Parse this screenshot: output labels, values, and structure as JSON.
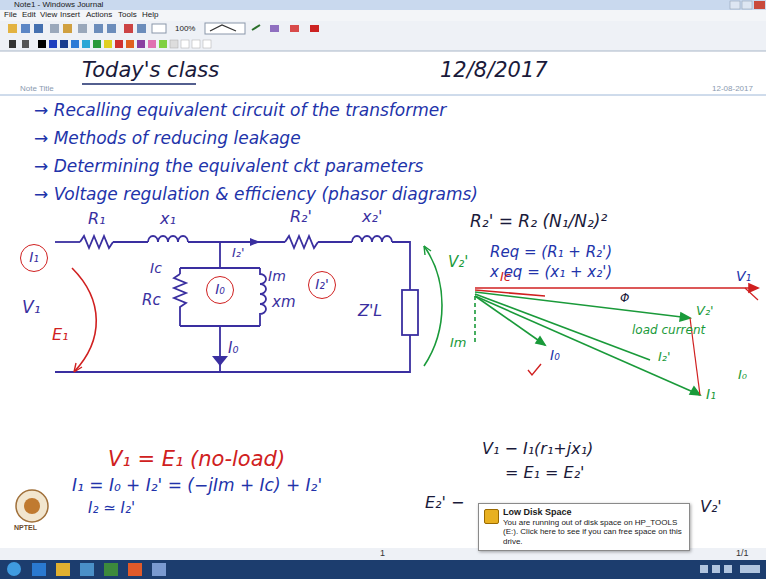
{
  "diagram": {
    "nodes": [
      {
        "text": [
          "I₁"
        ]
      },
      {
        "text": [
          "I₀"
        ]
      },
      {
        "text": [
          "I₂'"
        ]
      },
      {
        "text": [
          "Low Disk Space",
          "You are running out of disk space on HP_TOOLS (E:). Click here to see if you can free space on this drive."
        ]
      }
    ],
    "labels": [
      "Note1 - Windows Journal",
      "File",
      "Edit",
      "View",
      "Insert",
      "Actions",
      "Tools",
      "Help",
      "100%",
      "Today's class",
      "12/8/2017",
      "Note Title",
      "12-08-2017",
      "→ Recalling equivalent circuit of the transformer",
      "→ Methods of reducing leakage",
      "→ Determining the equivalent ckt parameters",
      "→ Voltage regulation & efficiency (phasor diagrams)",
      "R₁",
      "x₁",
      "R₂'",
      "x₂'",
      "I₂'",
      "Ic",
      "Rc",
      "Im",
      "xm",
      "I₀",
      "V₁",
      "E₁",
      "Z'L",
      "V₂'",
      "R₂' = R₂ (N₁/N₂)²",
      "Req = (R₁ + R₂')",
      "x eq = (x₁ + x₂')",
      "V₁",
      "Ic",
      "Φ",
      "load current",
      "V₂'",
      "I₁",
      "I₀",
      "Im",
      "I₀",
      "I₂'",
      "V₁ = E₁ (no-load)",
      "I₁ = I₀ + I₂' = (−jIm + Ic) + I₂'",
      "I₂ ≃ I₂'",
      "V₁ − I₁(r₁+jx₁)",
      "= E₁ = E₂'",
      "E₂' −",
      "V₂'",
      "NPTEL",
      "1",
      "1/1"
    ]
  }
}
